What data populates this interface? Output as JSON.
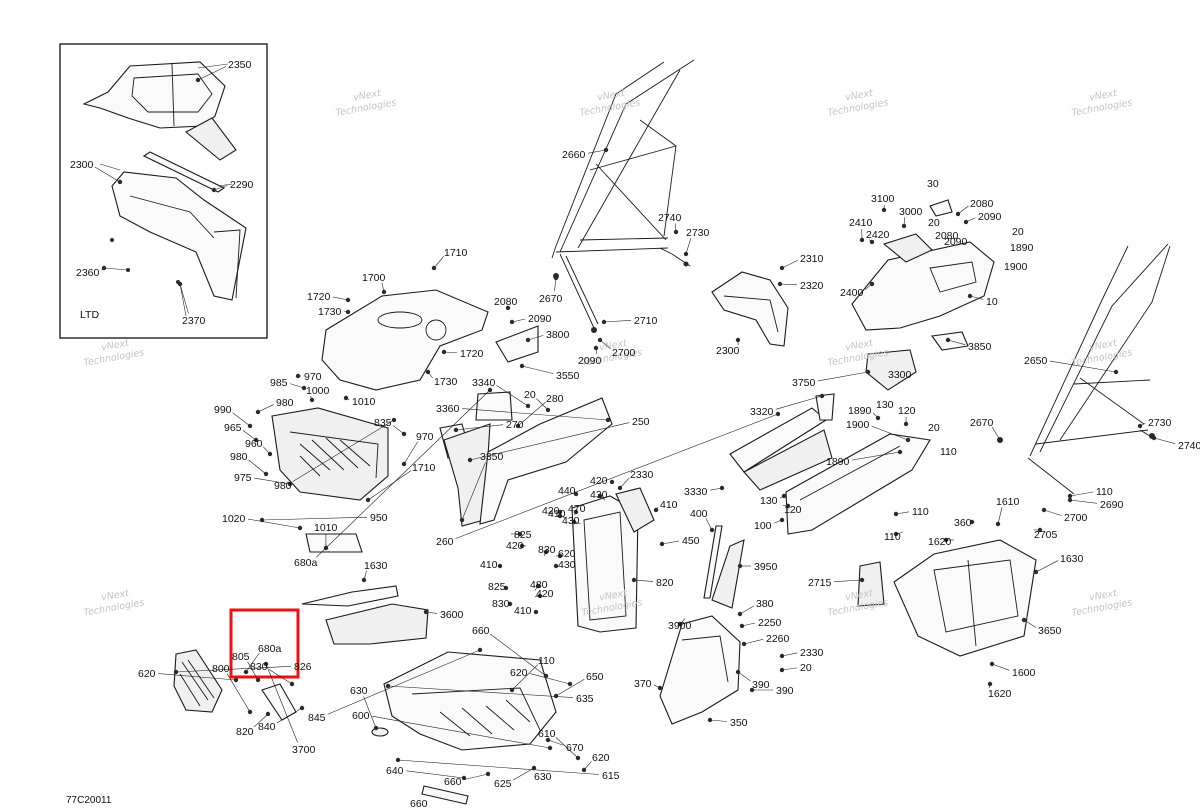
{
  "inset": {
    "label": "LTD"
  },
  "diagram_code": "77C20011",
  "watermark_text": [
    "vNext",
    "Technologies"
  ],
  "highlight_color": "#e11111",
  "callouts": [
    "2350",
    "2300",
    "2290",
    "2360",
    "2370",
    "2660",
    "2740",
    "2730",
    "2670",
    "2710",
    "2090",
    "2700",
    "2300",
    "2310",
    "2320",
    "30",
    "3100",
    "3000",
    "2410",
    "2420",
    "20",
    "2080",
    "2090",
    "20",
    "1890",
    "1900",
    "2080",
    "2090",
    "2400",
    "10",
    "3850",
    "2650",
    "2670",
    "2730",
    "2740",
    "1710",
    "1700",
    "1720",
    "1730",
    "2080",
    "2090",
    "3800",
    "1720",
    "1730",
    "3550",
    "970",
    "1010",
    "985",
    "1000",
    "980",
    "990",
    "965",
    "960",
    "980",
    "975",
    "980",
    "835",
    "970",
    "1710",
    "950",
    "1020",
    "1010",
    "680a",
    "3340",
    "20",
    "280",
    "270",
    "3360",
    "250",
    "3350",
    "260",
    "3320",
    "3750",
    "3300",
    "1890",
    "130",
    "120",
    "1900",
    "20",
    "110",
    "1890",
    "3330",
    "130",
    "120",
    "100",
    "110",
    "110",
    "2330",
    "440",
    "420",
    "430",
    "410",
    "470",
    "420",
    "430",
    "410",
    "450",
    "825",
    "420",
    "830",
    "620",
    "410",
    "430",
    "825",
    "480",
    "830",
    "420",
    "410",
    "820",
    "400",
    "3950",
    "3900",
    "380",
    "2250",
    "2260",
    "2330",
    "20",
    "390",
    "390",
    "370",
    "350",
    "360",
    "1620",
    "1630",
    "1610",
    "110",
    "2690",
    "2700",
    "2705",
    "2715",
    "3650",
    "1600",
    "1620",
    "1630",
    "3600",
    "3700",
    "680a",
    "805",
    "830",
    "826",
    "620",
    "800",
    "820",
    "840",
    "845",
    "660",
    "110",
    "620",
    "650",
    "635",
    "630",
    "600",
    "670",
    "610",
    "620",
    "615",
    "640",
    "660",
    "625",
    "630",
    "660",
    "680a"
  ]
}
